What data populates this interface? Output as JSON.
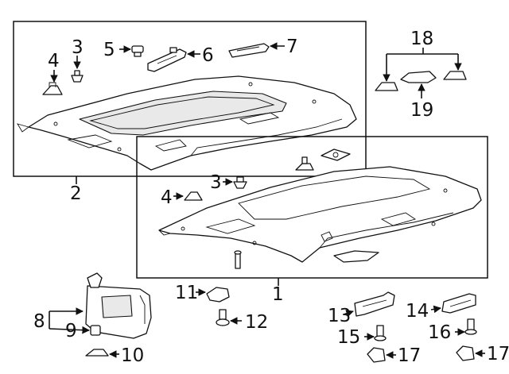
{
  "callouts": {
    "c1": "1",
    "c2": "2",
    "c3a": "3",
    "c3b": "3",
    "c4a": "4",
    "c4b": "4",
    "c5": "5",
    "c6": "6",
    "c7": "7",
    "c8": "8",
    "c9": "9",
    "c10": "10",
    "c11": "11",
    "c12": "12",
    "c13": "13",
    "c14": "14",
    "c15": "15",
    "c16": "16",
    "c17a": "17",
    "c17b": "17",
    "c18": "18",
    "c19": "19"
  },
  "colors": {
    "ink": "#111111",
    "background": "#ffffff",
    "shade": "#e9e9e9"
  }
}
